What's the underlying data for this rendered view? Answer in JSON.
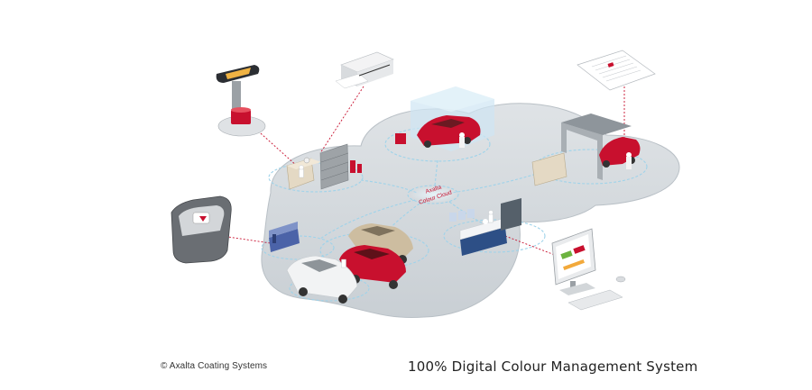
{
  "hub": {
    "label_line1": "Axalta",
    "label_line2": "Colour Cloud"
  },
  "footer": {
    "copyright": "© Axalta Coating Systems",
    "tagline": "100% Digital Colour Management System"
  },
  "colors": {
    "platform": "#cdd3d8",
    "platform_edge": "#b6bdc3",
    "accent_red": "#c8102e",
    "network_line": "#9fd3ea",
    "connector": "#c8102e"
  },
  "icons": [
    "spectro-scale-station",
    "label-printer",
    "formula-document",
    "spectrophotometer-device",
    "desktop-computer"
  ]
}
